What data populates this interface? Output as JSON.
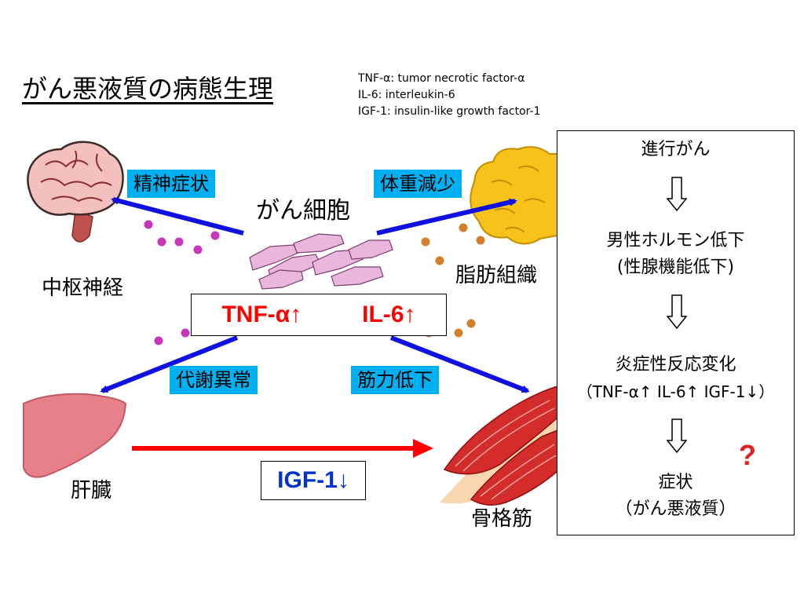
{
  "title": "がん悪液質の病態生理",
  "abbreviations": [
    "TNF-α: tumor necrotic factor-α",
    "IL-6: interleukin-6",
    "IGF-1: insulin-like growth factor-1"
  ],
  "center": {
    "label": "がん細胞",
    "cytokines": {
      "tnf": "TNF-α↑",
      "il6": "IL-6↑"
    }
  },
  "effects": {
    "psychiatric": "精神症状",
    "weight_loss": "体重減少",
    "metabolic": "代謝異常",
    "muscle_weakness": "筋力低下"
  },
  "organs": {
    "cns": "中枢神経",
    "adipose": "脂肪組織",
    "liver": "肝臓",
    "muscle": "骨格筋"
  },
  "igf": "IGF-1↓",
  "flow": {
    "step1": "進行がん",
    "step2_line1": "男性ホルモン低下",
    "step2_line2": "(性腺機能低下)",
    "step3_line1": "炎症性反応変化",
    "step3_line2": "（TNF-α↑ IL-6↑ IGF-1↓）",
    "step4_line1": "症状",
    "step4_line2": "（がん悪液質）",
    "question": "?"
  },
  "colors": {
    "arrow_blue": "#1010e0",
    "arrow_red": "#ff0000",
    "label_box": "#00b0f0",
    "cytokine_text": "#ff0000",
    "igf_text": "#0033cc"
  }
}
